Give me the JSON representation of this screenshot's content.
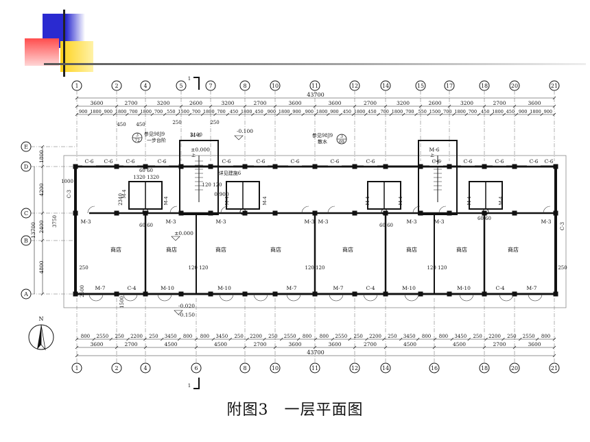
{
  "caption": "附图3　一层平面图",
  "grid": {
    "top_axes": [
      "1",
      "2",
      "4",
      "5",
      "7",
      "8",
      "10",
      "11",
      "12",
      "14",
      "15",
      "17",
      "18",
      "20",
      "21"
    ],
    "bottom_axes": [
      "1",
      "2",
      "4",
      "6",
      "8",
      "10",
      "11",
      "12",
      "14",
      "16",
      "18",
      "20",
      "21"
    ],
    "left_axes": [
      "E",
      "D",
      "C",
      "B",
      "A"
    ]
  },
  "dimensions": {
    "total": "43700",
    "top_row1": [
      "3600",
      "2700",
      "3200",
      "2600",
      "3200",
      "2700",
      "3600",
      "3600",
      "2700",
      "3200",
      "2600",
      "3200",
      "2700",
      "3600"
    ],
    "top_row2": [
      "900",
      "1800",
      "900",
      "1800",
      "700",
      "1800",
      "700",
      "550",
      "1500",
      "700",
      "1800",
      "700",
      "450",
      "1800",
      "450",
      "900",
      "1800",
      "900",
      "900",
      "1800",
      "900",
      "450",
      "1800",
      "450",
      "700",
      "1800",
      "700",
      "550",
      "1500",
      "700",
      "1800",
      "700",
      "450",
      "1800",
      "450",
      "900",
      "1800",
      "900"
    ],
    "top_extra": [
      "450",
      "450",
      "250",
      "2100",
      "250"
    ],
    "bottom_row1": [
      "800",
      "2550",
      "250",
      "2200",
      "250",
      "3450",
      "800",
      "800",
      "3450",
      "250",
      "2200",
      "250",
      "2550",
      "800",
      "800",
      "2550",
      "250",
      "2200",
      "250",
      "3450",
      "800",
      "800",
      "3450",
      "250",
      "2200",
      "250",
      "2550",
      "800"
    ],
    "bottom_row2": [
      "3600",
      "2700",
      "4500",
      "4500",
      "2700",
      "3600",
      "3600",
      "2700",
      "4500",
      "4500",
      "2700",
      "3600"
    ],
    "left": [
      "1800",
      "4200",
      "2400",
      "4800",
      "13700",
      "1000",
      "2340",
      "3750",
      "2500",
      "1500"
    ]
  },
  "labels": {
    "windows": [
      "C-6",
      "C-6",
      "C-6",
      "C-6",
      "C-6",
      "C-6",
      "C-6",
      "C-6",
      "C-6",
      "C-6",
      "C-6",
      "C-6",
      "C-6",
      "C-6"
    ],
    "doors_m3": [
      "M-3",
      "M-3",
      "M-3",
      "M-3",
      "M-3",
      "M-3",
      "M-3",
      "M-3"
    ],
    "doors_m4": [
      "M-4",
      "M-4",
      "M-4",
      "M-4",
      "M-4",
      "M-4",
      "M-4",
      "M-4"
    ],
    "bottom_openings": [
      "M-7",
      "C-4",
      "M-10",
      "M-10",
      "M-7",
      "M-7",
      "C-4",
      "M-10",
      "M-10",
      "C-4",
      "M-7"
    ],
    "side_windows": [
      "C-3",
      "C-3"
    ],
    "stair_doors": [
      "M-6",
      "M-6"
    ],
    "shops": [
      "商店",
      "商店",
      "商店",
      "商店",
      "商店",
      "商店",
      "商店",
      "商店"
    ],
    "elev_plus0": "±0.000",
    "elev_main": "±0.000",
    "elev_m0100": "-0.100",
    "elev_0900": "0.900",
    "elev_m0020": "-0.020",
    "elev_m0150": "-0.150",
    "ref_step": "参见98J9",
    "ref_step2": "一步台阶",
    "ref_step_num": "3",
    "ref_step_den": "72",
    "ref_drain": "参见98J9",
    "ref_drain2": "散水",
    "ref_drain_num": "3",
    "ref_drain_den": "69",
    "ref_stair": "详见建施6",
    "dim_6060": "60 60",
    "dim_1320": "1320 1320",
    "dim_120": "120 120",
    "dim_250": "250",
    "section_mark": "1",
    "north": "N",
    "stair_up": "上"
  },
  "colors": {
    "blue_block": "#2a2ad0",
    "red_block": "#ff5a5a",
    "yellow_block": "#ffd21a",
    "dark_line": "#222222"
  }
}
